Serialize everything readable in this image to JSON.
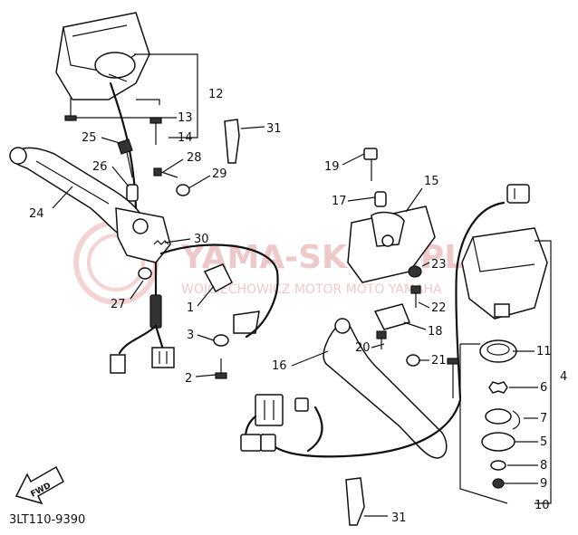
{
  "diagram": {
    "code": "3LT110-9390",
    "fwd_label": "FWD",
    "watermark": {
      "main": "YAMA-SKLEP.PL",
      "sub": "WOJCIECHOWICZ MOTOR MOTO YAMAHA"
    },
    "callouts": {
      "c1": "1",
      "c2": "2",
      "c3": "3",
      "c4": "4",
      "c5": "5",
      "c6": "6",
      "c7": "7",
      "c8": "8",
      "c9": "9",
      "c10": "10",
      "c11": "11",
      "c12": "12",
      "c13": "13",
      "c14": "14",
      "c15": "15",
      "c16": "16",
      "c17": "17",
      "c18": "18",
      "c19": "19",
      "c20": "20",
      "c21": "21",
      "c22": "22",
      "c23": "23",
      "c24": "24",
      "c25": "25",
      "c26": "26",
      "c27": "27",
      "c28": "28",
      "c29": "29",
      "c30": "30",
      "c31a": "31",
      "c31b": "31"
    }
  }
}
